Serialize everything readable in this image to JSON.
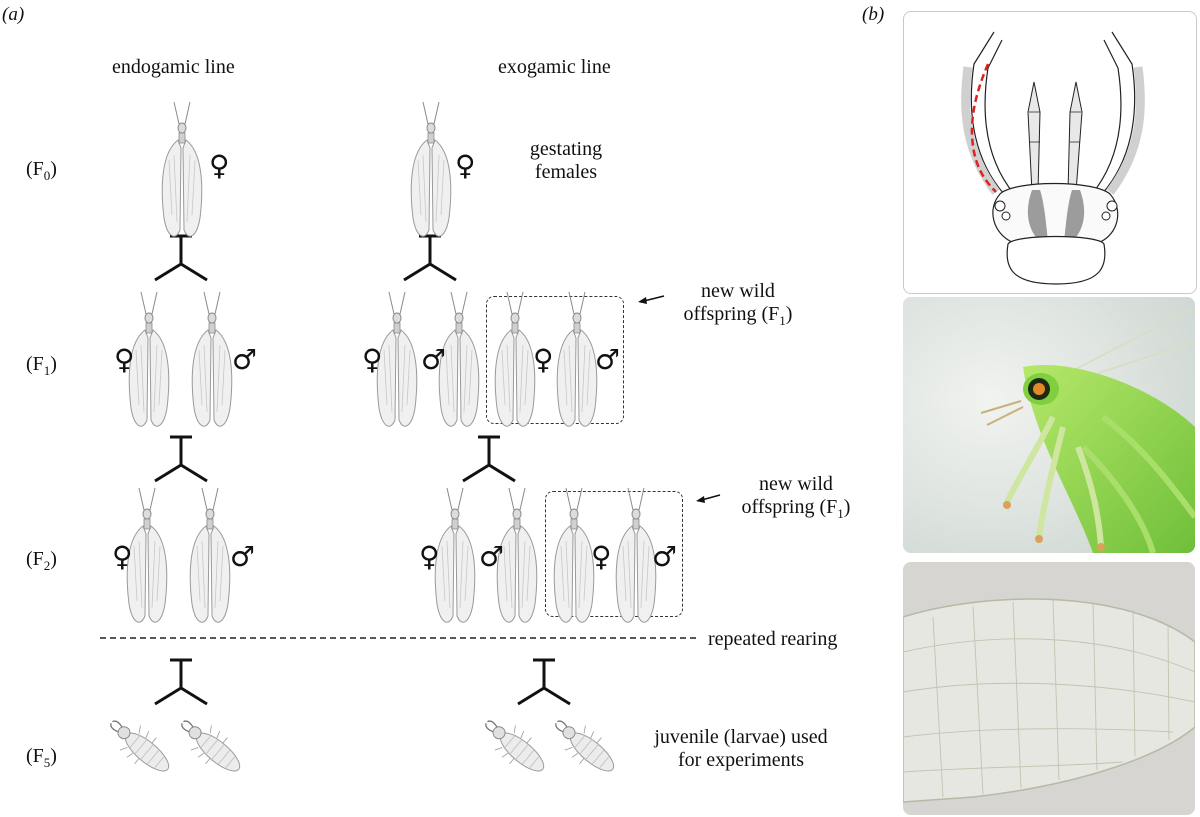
{
  "panels": {
    "a": "(a)",
    "b": "(b)"
  },
  "headers": {
    "endogamic": "endogamic line",
    "exogamic": "exogamic line"
  },
  "generations": [
    {
      "base": "(F",
      "sub": "0",
      "end": ")"
    },
    {
      "base": "(F",
      "sub": "1",
      "end": ")"
    },
    {
      "base": "(F",
      "sub": "2",
      "end": ")"
    },
    {
      "base": "(F",
      "sub": "5",
      "end": ")"
    }
  ],
  "labels": {
    "gestating_1": "gestating",
    "gestating_2": "females",
    "new_wild_1": "new wild",
    "offspring_base": "offspring (F",
    "offspring_sub": "1",
    "offspring_end": ")",
    "repeated": "repeated rearing",
    "juvenile_1": "juvenile (larvae) used",
    "juvenile_2": "for experiments"
  },
  "symbols": {
    "female": "♀",
    "male": "♂"
  },
  "colors": {
    "line": "#111111",
    "insect_outline": "#9a9a9a",
    "insect_fill": "#f0f0f0",
    "red_dash": "#e02020",
    "lacewing_green": "#8fd14f"
  }
}
